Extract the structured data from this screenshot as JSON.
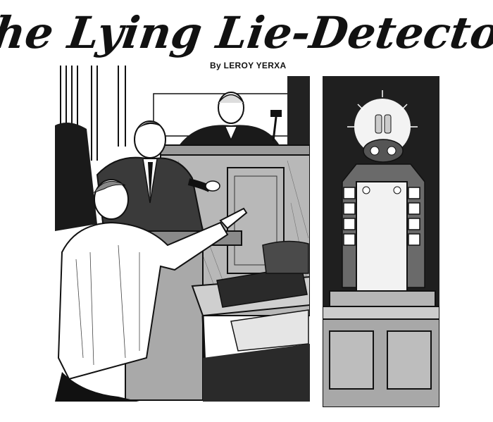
{
  "title": "The Lying Lie-Detector",
  "byline": "By LEROY YERXA",
  "colors": {
    "ink": "#111111",
    "paper": "#ffffff",
    "shade": "#5a5a5a"
  },
  "illustrations": {
    "left": "courtroom-scene",
    "right": "lie-detector-machine"
  }
}
